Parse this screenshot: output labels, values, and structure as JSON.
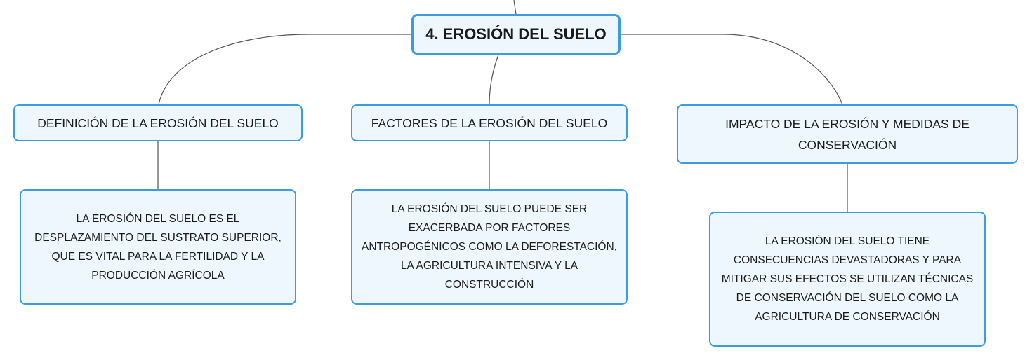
{
  "diagram": {
    "root": {
      "label": "4. EROSIÓN DEL SUELO"
    },
    "topics": [
      {
        "label": "DEFINICIÓN DE LA EROSIÓN DEL SUELO",
        "detail": "LA EROSIÓN DEL SUELO ES EL DESPLAZAMIENTO DEL SUSTRATO SUPERIOR, QUE ES VITAL PARA LA FERTILIDAD Y LA PRODUCCIÓN AGRÍCOLA"
      },
      {
        "label": "FACTORES DE LA EROSIÓN DEL SUELO",
        "detail": "LA EROSIÓN DEL SUELO PUEDE SER EXACERBADA POR FACTORES ANTROPOGÉNICOS COMO LA DEFORESTACIÓN, LA AGRICULTURA INTENSIVA Y LA CONSTRUCCIÓN"
      },
      {
        "label": "IMPACTO DE LA EROSIÓN Y MEDIDAS DE CONSERVACIÓN",
        "detail": "LA EROSIÓN DEL SUELO TIENE CONSECUENCIAS DEVASTADORAS Y PARA MITIGAR SUS EFECTOS SE UTILIZAN TÉCNICAS DE CONSERVACIÓN DEL SUELO COMO LA AGRICULTURA DE CONSERVACIÓN"
      }
    ],
    "colors": {
      "node_fill": "#eef7fd",
      "node_border": "#3d9be0",
      "connector": "#555555",
      "text": "#1a1a1a"
    }
  }
}
